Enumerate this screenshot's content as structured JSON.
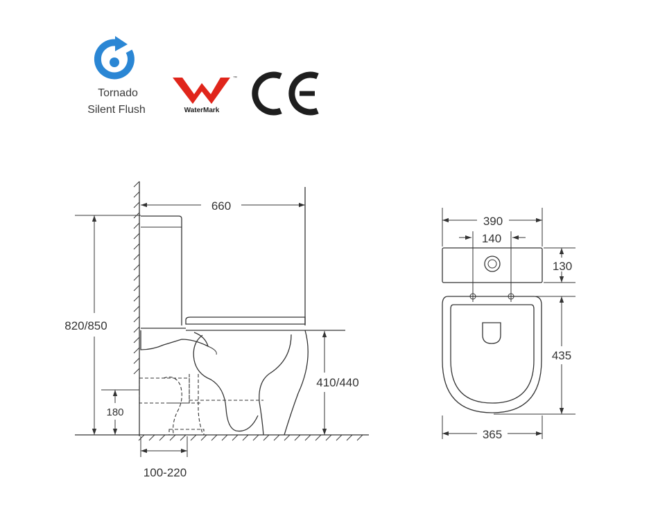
{
  "logos": {
    "tornado_line1": "Tornado",
    "tornado_line2": "Silent Flush",
    "watermark_label": "WaterMark",
    "watermark_tm": "™",
    "ce_mark": "CE",
    "tornado_color": "#2a86d4",
    "watermark_color": "#e0251b",
    "ce_color": "#1e1e1e"
  },
  "side_view": {
    "depth": "660",
    "total_height": "820/850",
    "seat_height": "410/440",
    "rough_in": "100-220",
    "outlet_height": "180"
  },
  "top_view": {
    "overall_width": "390",
    "hole_spacing": "140",
    "tank_depth": "130",
    "bowl_depth": "435",
    "bowl_width": "365"
  }
}
